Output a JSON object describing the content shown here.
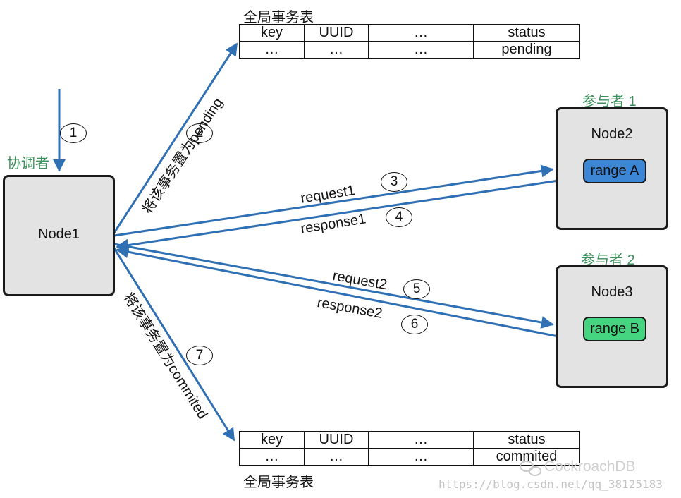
{
  "top_table": {
    "title": "全局事务表",
    "header": [
      "key",
      "UUID",
      "…",
      "status"
    ],
    "row": [
      "…",
      "…",
      "…",
      "pending"
    ]
  },
  "bottom_table": {
    "title": "全局事务表",
    "header": [
      "key",
      "UUID",
      "…",
      "status"
    ],
    "row": [
      "…",
      "…",
      "…",
      "commited"
    ]
  },
  "coordinator": {
    "role": "协调者",
    "name": "Node1"
  },
  "participant1": {
    "role": "参与者 1",
    "name": "Node2",
    "range": "range A"
  },
  "participant2": {
    "role": "参与者 2",
    "name": "Node3",
    "range": "range B"
  },
  "steps": {
    "s1": "1",
    "s2": "2",
    "s3": "3",
    "s4": "4",
    "s5": "5",
    "s6": "6",
    "s7": "7"
  },
  "arrow_labels": {
    "set_pending": "将该事务置为pending",
    "request1": "request1",
    "response1": "response1",
    "request2": "request2",
    "response2": "response2",
    "set_commited": "将该事务置为commited"
  },
  "watermark": {
    "brand": "CockroachDB",
    "url": "https://blog.csdn.net/qq_38125183"
  },
  "colors": {
    "arrow": "#2f6fb3",
    "range_a": "#3d86d6",
    "range_b": "#45d47f",
    "role_text": "#3a8f5a"
  }
}
